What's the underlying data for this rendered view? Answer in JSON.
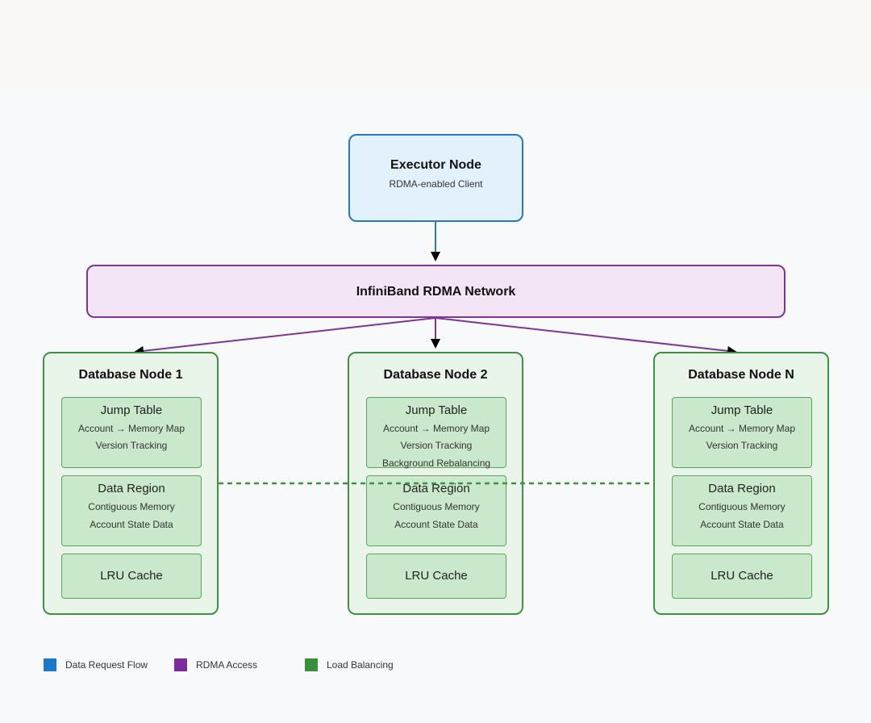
{
  "executor": {
    "title": "Executor Node",
    "subtitle": "RDMA-enabled Client"
  },
  "network": {
    "title": "InfiniBand RDMA Network"
  },
  "db_nodes": [
    {
      "title": "Database Node 1",
      "jump_table": {
        "title": "Jump Table",
        "lines": [
          "Account → Memory Map",
          "Version Tracking"
        ]
      },
      "data_region": {
        "title": "Data Region",
        "lines": [
          "Contiguous Memory",
          "Account State Data"
        ]
      },
      "cache": {
        "title": "LRU Cache"
      }
    },
    {
      "title": "Database Node 2",
      "jump_table": {
        "title": "Jump Table",
        "lines": [
          "Account → Memory Map",
          "Version Tracking",
          "Background Rebalancing"
        ]
      },
      "data_region": {
        "title": "Data Region",
        "lines": [
          "Contiguous Memory",
          "Account State Data"
        ]
      },
      "cache": {
        "title": "LRU Cache"
      }
    },
    {
      "title": "Database Node N",
      "jump_table": {
        "title": "Jump Table",
        "lines": [
          "Account → Memory Map",
          "Version Tracking"
        ]
      },
      "data_region": {
        "title": "Data Region",
        "lines": [
          "Contiguous Memory",
          "Account State Data"
        ]
      },
      "cache": {
        "title": "LRU Cache"
      }
    }
  ],
  "legend": [
    {
      "label": "Data Request Flow",
      "color": "#1f77c9"
    },
    {
      "label": "RDMA Access",
      "color": "#7b2b9a"
    },
    {
      "label": "Load Balancing",
      "color": "#3a8f3d"
    }
  ],
  "colors": {
    "request_flow": "#2a79b6",
    "rdma_access": "#7d3596",
    "load_balancing": "#3e9142"
  }
}
